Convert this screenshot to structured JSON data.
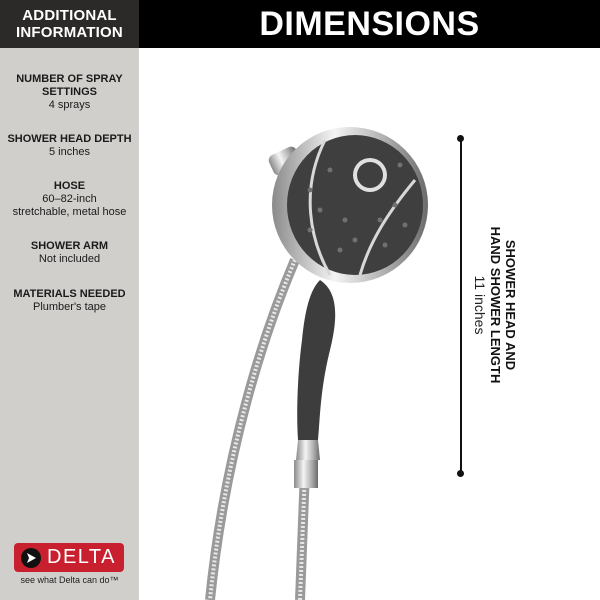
{
  "sidebar": {
    "header": {
      "line1": "ADDITIONAL",
      "line2": "INFORMATION"
    },
    "specs": [
      {
        "label_line1": "NUMBER OF SPRAY",
        "label_line2": "SETTINGS",
        "value_line1": "4 sprays",
        "value_line2": ""
      },
      {
        "label_line1": "SHOWER HEAD DEPTH",
        "label_line2": "",
        "value_line1": "5 inches",
        "value_line2": ""
      },
      {
        "label_line1": "HOSE",
        "label_line2": "",
        "value_line1": "60–82-inch",
        "value_line2": "stretchable, metal hose"
      },
      {
        "label_line1": "SHOWER ARM",
        "label_line2": "",
        "value_line1": "Not included",
        "value_line2": ""
      },
      {
        "label_line1": "MATERIALS NEEDED",
        "label_line2": "",
        "value_line1": "Plumber's tape",
        "value_line2": ""
      }
    ],
    "brand": {
      "name": "DELTA",
      "tagline": "see what Delta can do™",
      "color": "#c8202f"
    }
  },
  "main": {
    "title": "DIMENSIONS",
    "dimension": {
      "label_line1": "SHOWER HEAD AND",
      "label_line2": "HAND SHOWER LENGTH",
      "value": "11 inches"
    },
    "product_image": "handheld-shower-head-with-metal-hose"
  }
}
